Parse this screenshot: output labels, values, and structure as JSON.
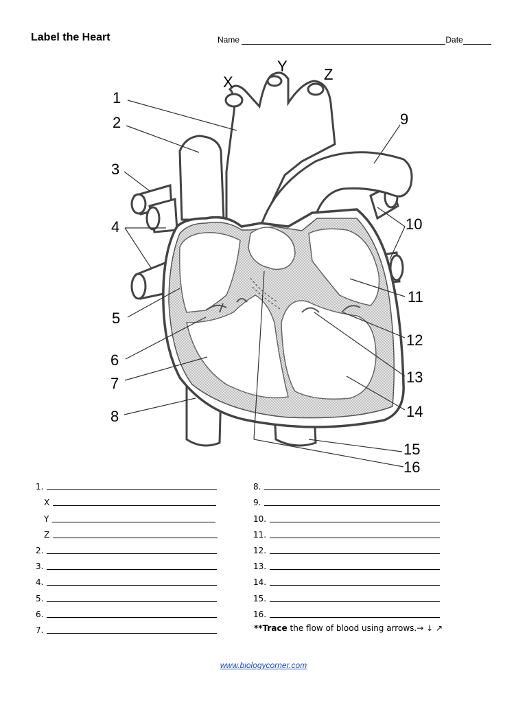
{
  "header": {
    "title": "Label the Heart",
    "name_label": "Name",
    "date_label": "Date"
  },
  "diagram": {
    "vessel_labels": [
      "X",
      "Y",
      "Z"
    ],
    "number_labels": [
      "1",
      "2",
      "3",
      "4",
      "5",
      "6",
      "7",
      "8",
      "9",
      "10",
      "11",
      "12",
      "13",
      "14",
      "15",
      "16"
    ]
  },
  "answer_list": {
    "left": [
      "1.",
      "X",
      "Y",
      "Z",
      "2.",
      "3.",
      "4.",
      "5.",
      "6.",
      "7."
    ],
    "right": [
      "8.",
      "9.",
      "10.",
      "11.",
      "12.",
      "13.",
      "14.",
      "15.",
      "16."
    ]
  },
  "instruction": {
    "prefix": "**",
    "bold": "Trace",
    "text": " the flow of blood using arrows.",
    "arrows": "→ ↓ ↗"
  },
  "footer": {
    "link": "www.biologycorner.com"
  }
}
